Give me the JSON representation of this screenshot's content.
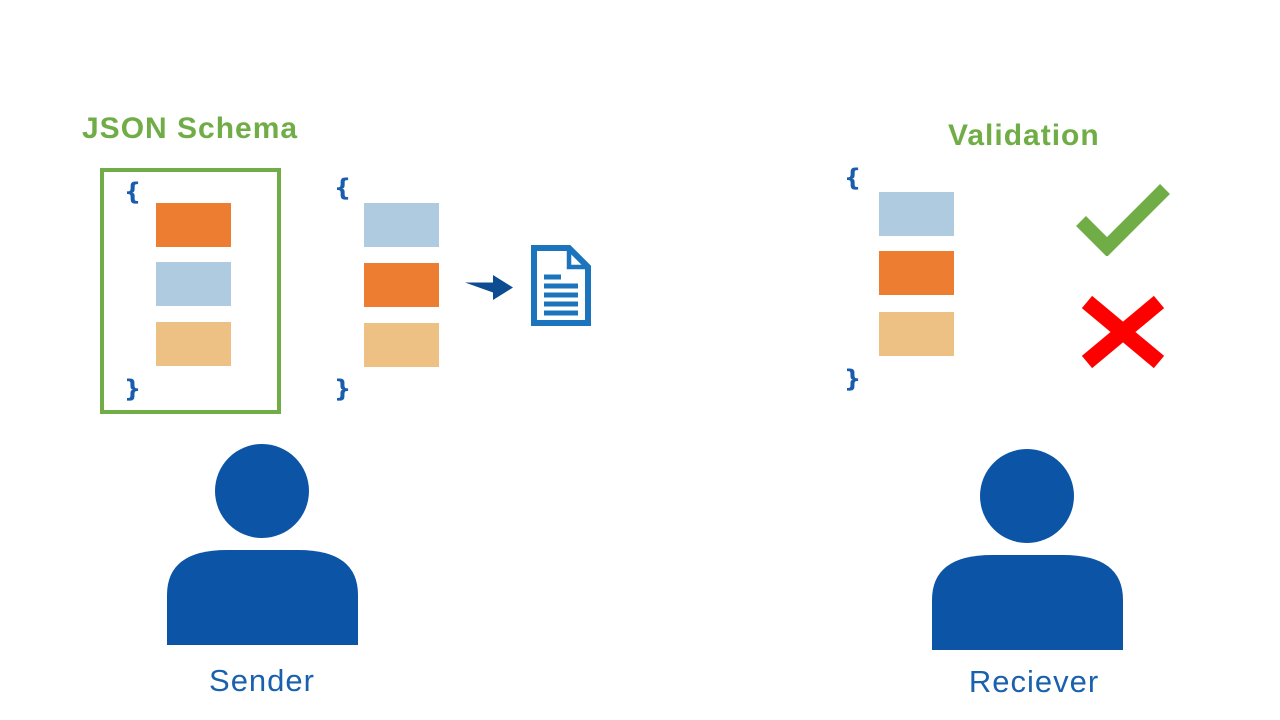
{
  "slide": {
    "schema_title": "JSON Schema",
    "validation_title": "Validation",
    "sender_label": "Sender",
    "receiver_label": "Reciever",
    "brace_open": "{",
    "brace_close": "}"
  },
  "colors": {
    "green": "#70AD47",
    "red": "#FF0000",
    "orange": "#ED7D31",
    "light_blue": "#AECBE0",
    "tan": "#ECC183",
    "person_blue": "#0C54A5",
    "doc_blue": "#1B74BC",
    "arrow_blue": "#0E4C92",
    "brace_blue": "#1A5DAD",
    "label_blue": "#1961AE"
  },
  "blocks": {
    "schema": [
      "#ED7D31",
      "#AECBE0",
      "#ECC183"
    ],
    "document": [
      "#AECBE0",
      "#ED7D31",
      "#ECC183"
    ],
    "validation": [
      "#AECBE0",
      "#ED7D31",
      "#ECC183"
    ]
  },
  "icons": {
    "document": "document-icon",
    "arrow": "arrow-right-icon",
    "check": "check-icon",
    "cross": "cross-icon",
    "sender": "person-icon",
    "receiver": "person-icon"
  }
}
